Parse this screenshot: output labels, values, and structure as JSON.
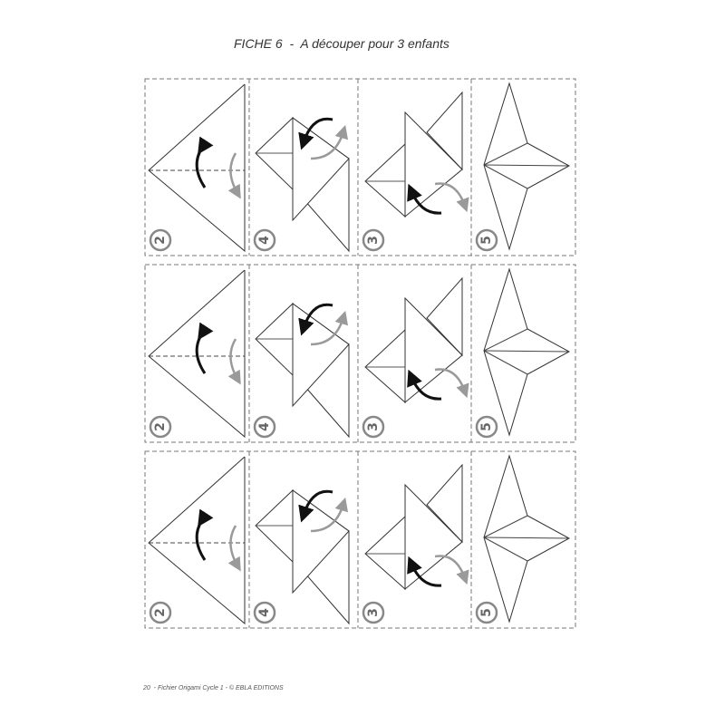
{
  "header": {
    "title": "FICHE 6  -  A découper pour 3 enfants"
  },
  "footer": {
    "text": "20  - Fichier Origami Cycle 1 - © EBLA EDITIONS"
  },
  "grid": {
    "rows": 3,
    "columns": 4,
    "card_step_labels": [
      "2",
      "4",
      "3",
      "5"
    ],
    "row_labels": [
      [
        "2",
        "4",
        "3",
        "5"
      ],
      [
        "2",
        "4",
        "3",
        "5"
      ],
      [
        "2",
        "4",
        "3",
        "5"
      ]
    ]
  },
  "colors": {
    "line": "#333333",
    "dash": "#777777",
    "arrow_dark": "#111111",
    "arrow_light": "#9a9a9a",
    "badge": "#888888"
  }
}
